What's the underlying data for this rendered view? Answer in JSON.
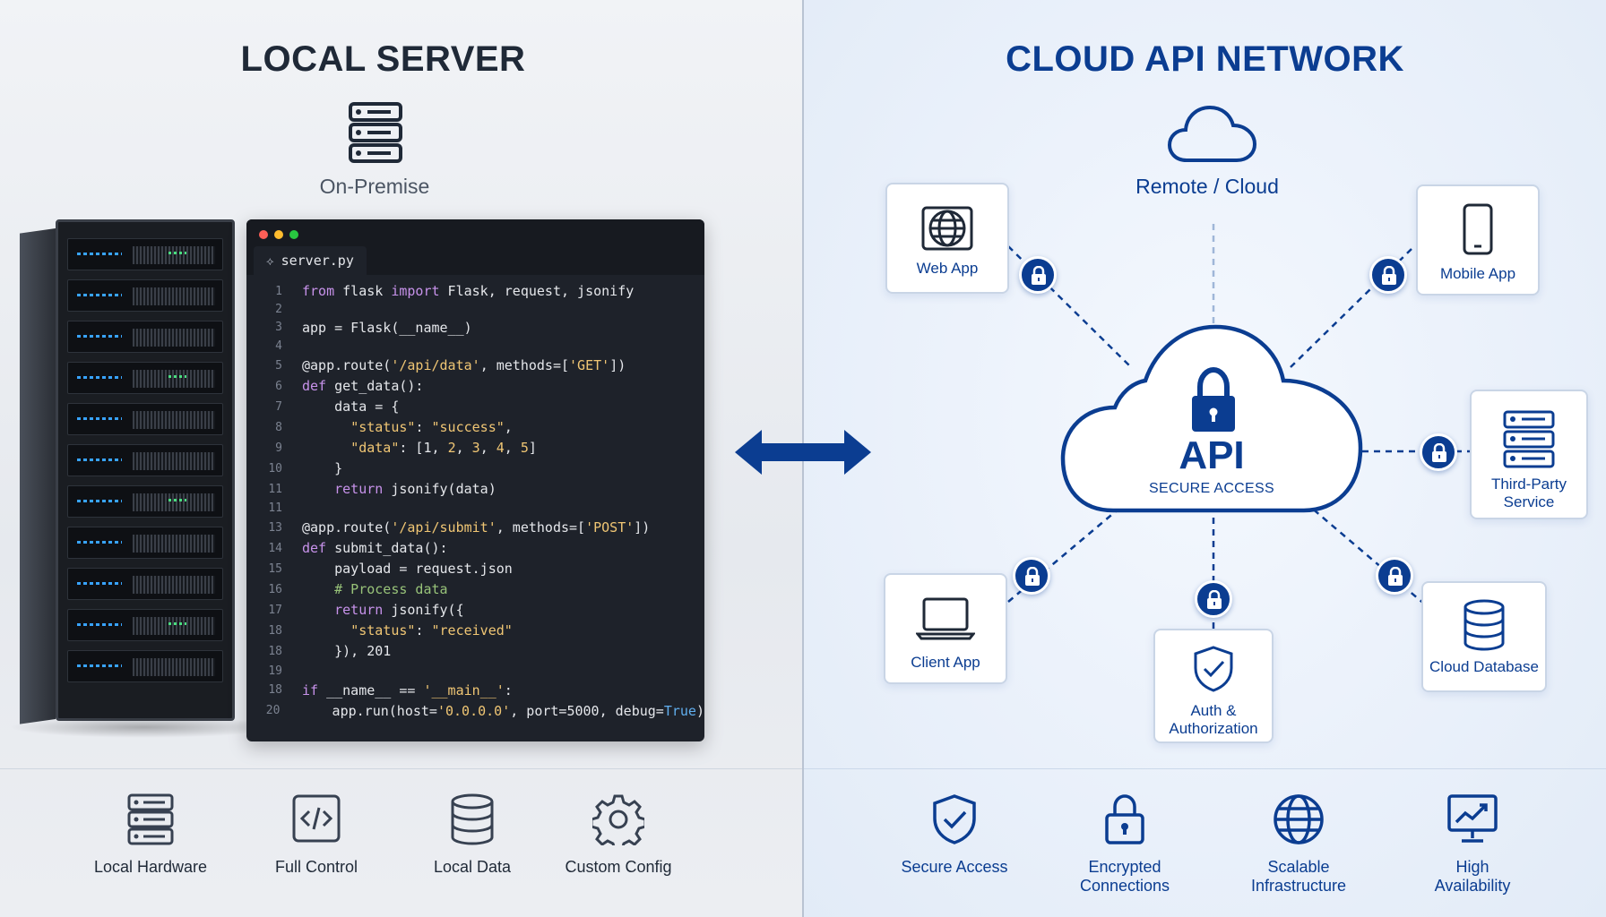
{
  "left": {
    "title": "LOCAL SERVER",
    "subtitle": "On-Premise",
    "code": {
      "filename": "server.py",
      "lines": [
        {
          "n": "1",
          "html": "<span class=\"kw\">from</span> flask <span class=\"kw\">import</span> Flask, request, jsonify"
        },
        {
          "n": "2",
          "html": ""
        },
        {
          "n": "3",
          "html": "app = Flask(__name__)"
        },
        {
          "n": "4",
          "html": ""
        },
        {
          "n": "5",
          "html": "@app.route(<span class=\"str\">'/api/data'</span>, methods=[<span class=\"str\">'GET'</span>])"
        },
        {
          "n": "6",
          "html": "<span class=\"kw\">def</span> get_data():"
        },
        {
          "n": "7",
          "html": "    data = {"
        },
        {
          "n": "8",
          "html": "      <span class=\"str\">\"status\"</span>: <span class=\"str\">\"success\"</span>,"
        },
        {
          "n": "9",
          "html": "      <span class=\"str\">\"data\"</span>: [1, <span class=\"str\">2</span>, <span class=\"str\">3</span>, <span class=\"str\">4</span>, <span class=\"str\">5</span>]"
        },
        {
          "n": "10",
          "html": "    }"
        },
        {
          "n": "11",
          "html": "    <span class=\"kw\">return</span> jsonify(data)"
        },
        {
          "n": "11",
          "html": ""
        },
        {
          "n": "13",
          "html": "@app.route(<span class=\"str\">'/api/submit'</span>, methods=[<span class=\"str\">'POST'</span>])"
        },
        {
          "n": "14",
          "html": "<span class=\"kw\">def</span> submit_data():"
        },
        {
          "n": "15",
          "html": "    payload = request.json"
        },
        {
          "n": "16",
          "html": "    <span class=\"cm\"># Process data</span>"
        },
        {
          "n": "17",
          "html": "    <span class=\"kw\">return</span> jsonify({"
        },
        {
          "n": "18",
          "html": "      <span class=\"str\">\"status\"</span>: <span class=\"str\">\"received\"</span>"
        },
        {
          "n": "18",
          "html": "    }), 201"
        },
        {
          "n": "19",
          "html": ""
        },
        {
          "n": "18",
          "html": "<span class=\"kw\">if</span> __name__ == <span class=\"str\">'__main__'</span>:"
        },
        {
          "n": "20",
          "html": "    app.run(host=<span class=\"str\">'0.0.0.0'</span>, port=5000, debug=<span class=\"bl\">True</span>)"
        }
      ]
    },
    "features": [
      {
        "label": "Local Hardware",
        "icon": "server-icon"
      },
      {
        "label": "Full Control",
        "icon": "code-icon"
      },
      {
        "label": "Local Data",
        "icon": "database-icon"
      },
      {
        "label": "Custom Config",
        "icon": "gear-icon"
      }
    ]
  },
  "right": {
    "title": "CLOUD API NETWORK",
    "subtitle": "Remote / Cloud",
    "api": {
      "title": "API",
      "subtitle": "SECURE ACCESS"
    },
    "nodes": {
      "web_app": "Web App",
      "mobile_app": "Mobile App",
      "third_party_1": "Third-Party",
      "third_party_2": "Service",
      "client_app": "Client App",
      "auth_1": "Auth &",
      "auth_2": "Authorization",
      "cloud_db": "Cloud Database"
    },
    "features": [
      {
        "label1": "Secure Access",
        "label2": "",
        "icon": "shield-check-icon"
      },
      {
        "label1": "Encrypted",
        "label2": "Connections",
        "icon": "padlock-icon"
      },
      {
        "label1": "Scalable",
        "label2": "Infrastructure",
        "icon": "globe-icon"
      },
      {
        "label1": "High",
        "label2": "Availability",
        "icon": "monitor-chart-icon"
      }
    ]
  },
  "colors": {
    "accent": "#0b3d91",
    "dark": "#1f2937",
    "code_bg": "#1e222a"
  }
}
